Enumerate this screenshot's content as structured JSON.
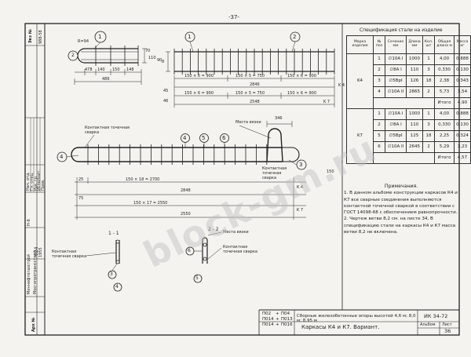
{
  "sheet": {
    "page_number": "-37-",
    "side_header": {
      "cell1": "Экз №",
      "cell2": "988-58"
    },
    "side_block_rows": [
      "Нач. отд.",
      "Гл. спец.",
      "Рук. гр.",
      "Исполнит.",
      "Пров."
    ],
    "side_org": [
      "Н-6",
      "Миннефтегазстрой",
      "Мосгипротрансстрой",
      "1955"
    ],
    "side_code": "024",
    "side_archive": "Арх №"
  },
  "drawing": {
    "frame_k4_dims": {
      "d478": "478",
      "d140": "140",
      "d150": "150",
      "d148": "148",
      "d486": "486",
      "d94": "R=94",
      "d90": "90",
      "d70": "70",
      "d110": "110"
    },
    "plan_dims": {
      "top": [
        "150 × 6 = 900",
        "150 × 5 = 750",
        "150 × 6 = 900"
      ],
      "total_k4": "2846",
      "total_k7": "2548",
      "bottom_k7": [
        "150 × 6 = 900",
        "150 × 5 = 750",
        "150 × 6 = 900"
      ],
      "mark_k4": "K 4",
      "mark_k7": "K 7",
      "d45": "45",
      "d46": "46",
      "d8": "8"
    },
    "elevation_dims": {
      "k4": "150 × 18 = 2700",
      "k4_total": "2848",
      "k7": "150 × 17 = 2550",
      "k7_total": "2550",
      "d75": "75",
      "d25": "25",
      "d346": "346",
      "d150": "150",
      "mark_k4": "K 4",
      "mark_k7": "K 7"
    },
    "callouts": [
      "1",
      "2",
      "3",
      "4",
      "5",
      "6"
    ],
    "labels": {
      "contact_weld": "Контактная точечная сварка",
      "lift_place": "Места вязки",
      "contact_weld2": "Контактная точечная сварка",
      "section_11": "1 - 1",
      "section_22": "2 - 2",
      "lift_place2": "Места вязки",
      "contact_weld3": "Контактная точечная сварка",
      "contact_weld4": "Контактная точечная сварка"
    }
  },
  "spec": {
    "title": "Спецификация стали на изделие",
    "headers": [
      "Марка изделия",
      "№ поз",
      "Сечение мм",
      "Длина мм",
      "Кол. шт",
      "Общая длина м",
      "Масса кг"
    ],
    "groups": [
      {
        "mark": "K4",
        "rows": [
          [
            "1",
            "∅10А I",
            "1000",
            "1",
            "4,00",
            "0,888"
          ],
          [
            "2",
            "∅8А I",
            "110",
            "3",
            "0,330",
            "0,130"
          ],
          [
            "3",
            "∅5ВрI",
            "126",
            "18",
            "2,38",
            "0,343"
          ],
          [
            "4",
            "∅10А II",
            "2865",
            "2",
            "5,73",
            "3,54"
          ]
        ],
        "total_label": "Итого",
        "total": "4,90"
      },
      {
        "mark": "K7",
        "rows": [
          [
            "1",
            "∅10А I",
            "1000",
            "1",
            "4,00",
            "0,888"
          ],
          [
            "2",
            "∅8А I",
            "110",
            "3",
            "0,330",
            "0,130"
          ],
          [
            "5",
            "∅5ВрI",
            "125",
            "18",
            "2,25",
            "0,324"
          ],
          [
            "6",
            "∅10А II",
            "2645",
            "2",
            "5,29",
            "3,23"
          ]
        ],
        "total_label": "Итого",
        "total": "4,57"
      }
    ]
  },
  "notes": {
    "heading": "Примечания.",
    "lines": [
      "1. В данном альбоме конструкции каркасов К4 и К7 все сварные соединения выполняются контактной точечной сваркой в соответствии с ГОСТ 14098-68 с обеспечением равнопрочности.",
      "2. Чертеж ветви 8,2 см. на листе 34, В спецификацию стали на каркасы К4 и К7 масса ветви 8,2 не включена."
    ]
  },
  "title_block": {
    "marks": [
      "П02",
      "П04",
      "П014",
      "П013",
      "П014",
      "П016"
    ],
    "plus": "+",
    "description": "Сборные железобетонные опоры высотой 4,6 м; 8,0 м; 8,95 м",
    "code": "ИК 34-72",
    "sheet_title": "Каркасы К4 и К7. Вариант.",
    "label_album": "Альбом",
    "label_sheet": "Лист",
    "sheet_no": "36"
  },
  "watermark": "block-gm.ru"
}
